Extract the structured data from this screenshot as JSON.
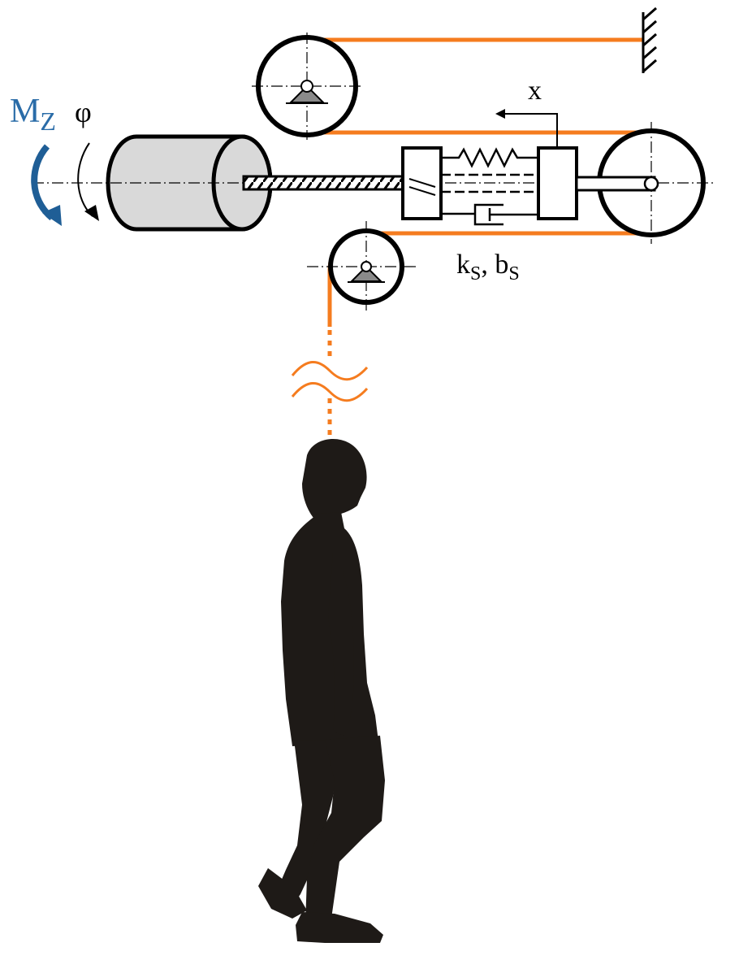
{
  "labels": {
    "torque_main": "M",
    "torque_sub": "Z",
    "angle": "φ",
    "displacement": "x",
    "spring_k": "k",
    "spring_k_sub": "S",
    "separator": ", ",
    "damper_b": "b",
    "damper_b_sub": "S"
  },
  "colors": {
    "cable": "#F57C1F",
    "torque_arrow": "#1F5E96",
    "torque_text": "#2A6CA8",
    "motor_fill": "#D9D9D9",
    "line": "#000000",
    "silhouette": "#1E1A17"
  },
  "icons": {
    "fixed_support": "ground-hatch-icon",
    "pulley_bearing": "pivot-bearing-icon",
    "cable_break": "break-wave-icon"
  }
}
